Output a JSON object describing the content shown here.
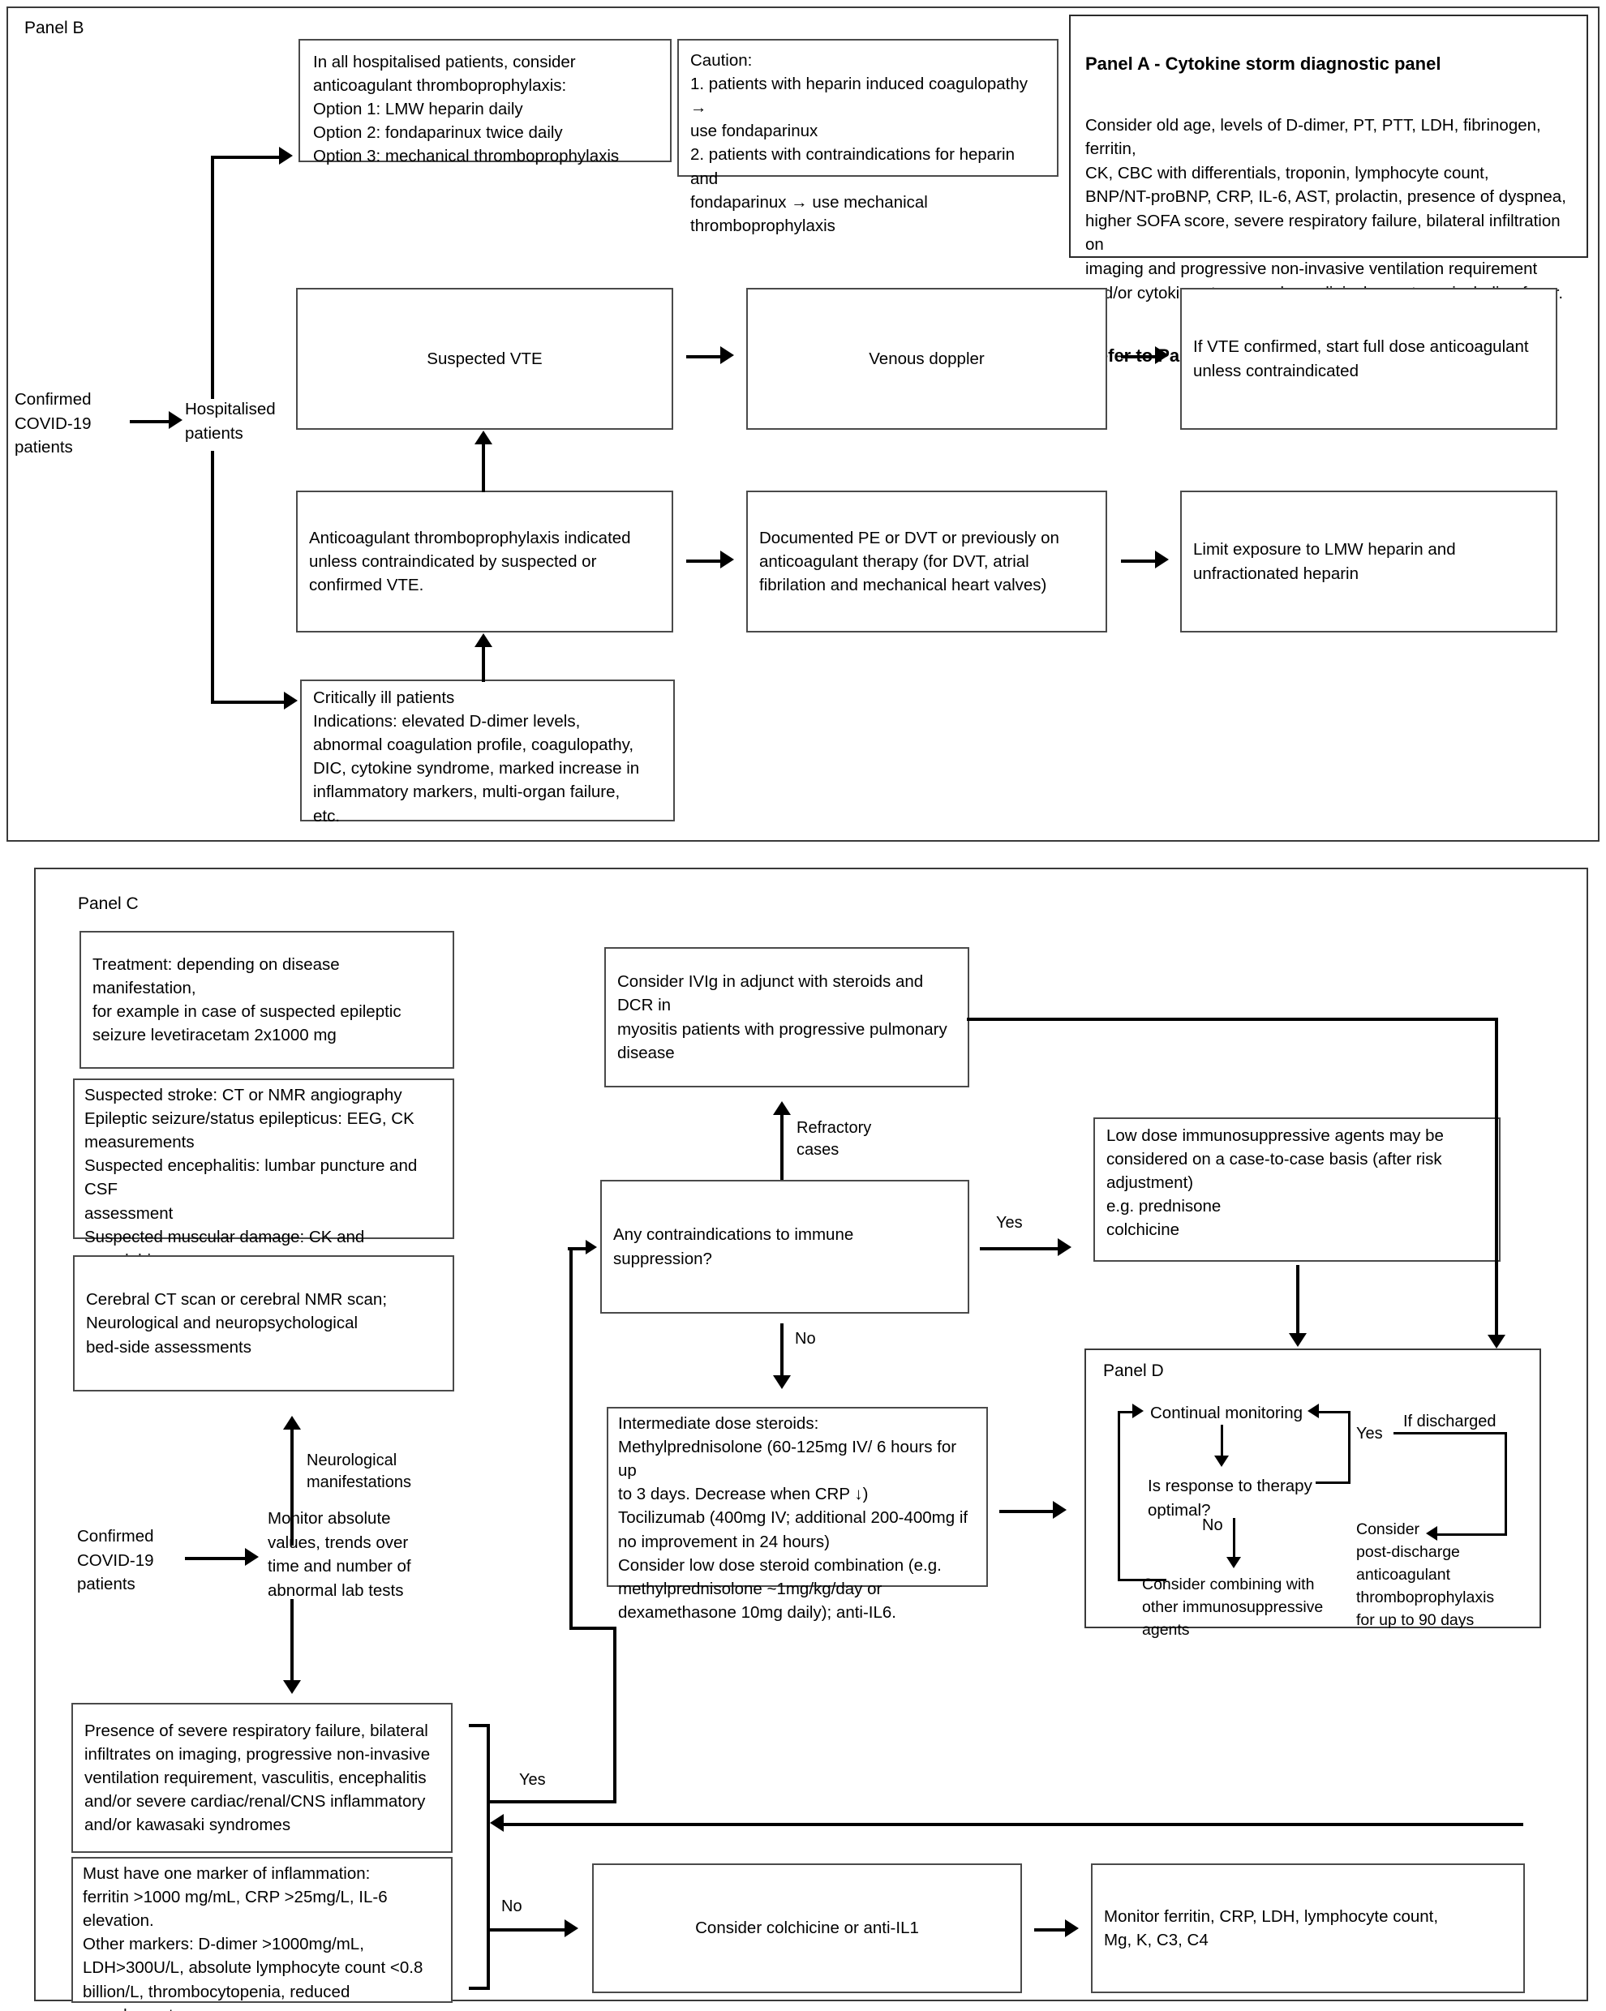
{
  "figure": {
    "type": "clinical-algorithm-flowchart",
    "panels": [
      "Panel B",
      "Panel A - Cytokine storm diagnostic panel",
      "Panel C",
      "Panel D"
    ]
  },
  "panelB": {
    "tag": "Panel B",
    "entry": "Confirmed\nCOVID-19\npatients",
    "hospitalised": "Hospitalised\npatients",
    "prophylaxis_box": "In all hospitalised patients, consider\nanticoagulant thromboprophylaxis:\nOption 1: LMW heparin daily\nOption 2: fondaparinux twice daily\nOption 3: mechanical thromboprophylaxis",
    "caution_box": "Caution:\n1. patients with heparin induced coagulopathy →\nuse fondaparinux\n2. patients with contraindications for heparin and\nfondaparinux → use mechanical\nthromboprophylaxis",
    "suspected_vte": "Suspected VTE",
    "venous_doppler": "Venous doppler",
    "vte_confirmed": "If VTE confirmed, start full dose anticoagulant\nunless contraindicated",
    "anticoag_indicated": "Anticoagulant thromboprophylaxis indicated\nunless contraindicated by suspected or\nconfirmed VTE.",
    "documented_pe": "Documented PE or DVT or previously on\nanticoagulant therapy (for DVT, atrial\nfibrilation and mechanical heart valves)",
    "limit_exposure": "Limit exposure to LMW heparin and\nunfractionated heparin",
    "critically_ill": "Critically ill patients\nIndications: elevated  D-dimer levels,\nabnormal coagulation profile, coagulopathy,\nDIC, cytokine syndrome, marked increase in\ninflammatory markers, multi-organ failure,\netc."
  },
  "panelA": {
    "title": "Panel A - Cytokine storm diagnostic panel",
    "body": "Consider old age, levels of D-dimer, PT, PTT, LDH, fibrinogen, ferritin,\nCK, CBC with differentials, troponin, lymphocyte count,\nBNP/NT-proBNP, CRP, IL-6, AST, prolactin, presence of dyspnea,\nhigher SOFA score, severe respiratory failure, bilateral infiltration on\nimaging and progressive non-invasive ventilation requirement\nand/or cytokine storm syndrom clinical symptoms including fever.",
    "refer": "Refer to Panel B and Panel C"
  },
  "panelC": {
    "tag": "Panel C",
    "treatment_box": "Treatment: depending on disease manifestation,\nfor example in case of suspected epileptic\nseizure levetiracetam 2x1000 mg",
    "workup_box": "Suspected stroke: CT or NMR angiography\nEpileptic seizure/status epilepticus: EEG, CK\nmeasurements\nSuspected encephalitis: lumbar puncture and CSF\nassessment\nSuspected muscular damage: CK and myoglobin\nmeasurements, neurophysiological examinations",
    "cerebral_box": "Cerebral CT scan or cerebral NMR scan;\nNeurological and neuropsychological\nbed-side assessments",
    "entry": "Confirmed\nCOVID-19\npatients",
    "monitor": "Monitor absolute\nvalues, trends over\ntime and number of\nabnormal lab tests",
    "neuro_label": "Neurological\nmanifestations",
    "ivig_box": "Consider IVIg in adjunct with steroids and DCR in\nmyositis patients with progressive pulmonary\ndisease",
    "refractory_label": "Refractory\ncases",
    "contraindications_box": "Any contraindications to immune suppression?",
    "yes_label": "Yes",
    "no_label": "No",
    "lowdose_box": "Low dose immunosuppressive agents may be\nconsidered on a case-to-case basis (after risk\nadjustment)\ne.g. prednisone\n      colchicine",
    "steroids_box": "Intermediate dose steroids:\nMethylprednisolone (60-125mg IV/ 6 hours for up\nto 3 days. Decrease when CRP ↓)\nTocilizumab (400mg IV; additional 200-400mg if\nno improvement in 24 hours)\nConsider low dose steroid combination (e.g.\nmethylprednisolone ~1mg/kg/day or\ndexamethasone 10mg daily); anti-IL6.",
    "severe_box": "Presence of severe respiratory failure, bilateral\ninfiltrates on imaging, progressive non-invasive\nventilation requirement, vasculitis, encephalitis\nand/or severe cardiac/renal/CNS inflammatory\nand/or kawasaki syndromes",
    "markers_box": "Must have one marker of inflammation:\nferritin >1000 mg/mL, CRP >25mg/L, IL-6\nelevation.\nOther markers: D-dimer >1000mg/mL,\nLDH>300U/L, absolute lymphocyte count <0.8\nbillion/L, thrombocytopenia, reduced complement",
    "colchicine_box": "Consider colchicine or anti-IL1",
    "monitor_ferritin_box": "Monitor ferritin, CRP, LDH, lymphocyte count,\nMg, K, C3, C4",
    "branch_yes": "Yes",
    "branch_no": "No"
  },
  "panelD": {
    "tag": "Panel D",
    "continual_monitoring": "Continual monitoring",
    "is_response": "Is response to therapy\noptimal?",
    "consider_combining": "Consider combining with\nother immunosuppressive\nagents",
    "yes_label": "Yes",
    "no_label": "No",
    "if_discharged": "If discharged",
    "post_discharge": "Consider\npost-discharge\nanticoagulant\nthromboprophylaxis\nfor up to 90 days"
  }
}
